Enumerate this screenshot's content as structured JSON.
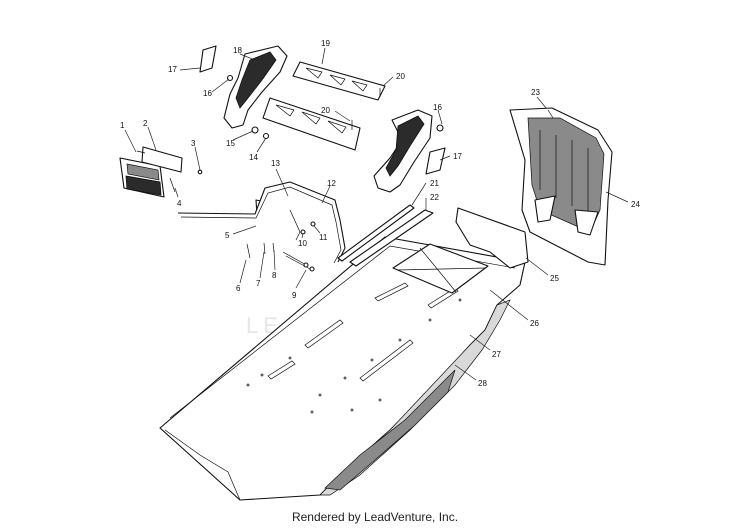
{
  "watermark": "LEADVENTURE",
  "footer": "Rendered by LeadVenture, Inc.",
  "callouts": [
    "1",
    "2",
    "3",
    "4",
    "5",
    "6",
    "7",
    "8",
    "9",
    "10",
    "11",
    "12",
    "13",
    "14",
    "15",
    "16",
    "16",
    "17",
    "17",
    "18",
    "19",
    "20",
    "20",
    "21",
    "22",
    "23",
    "24",
    "25",
    "26",
    "27",
    "28"
  ]
}
